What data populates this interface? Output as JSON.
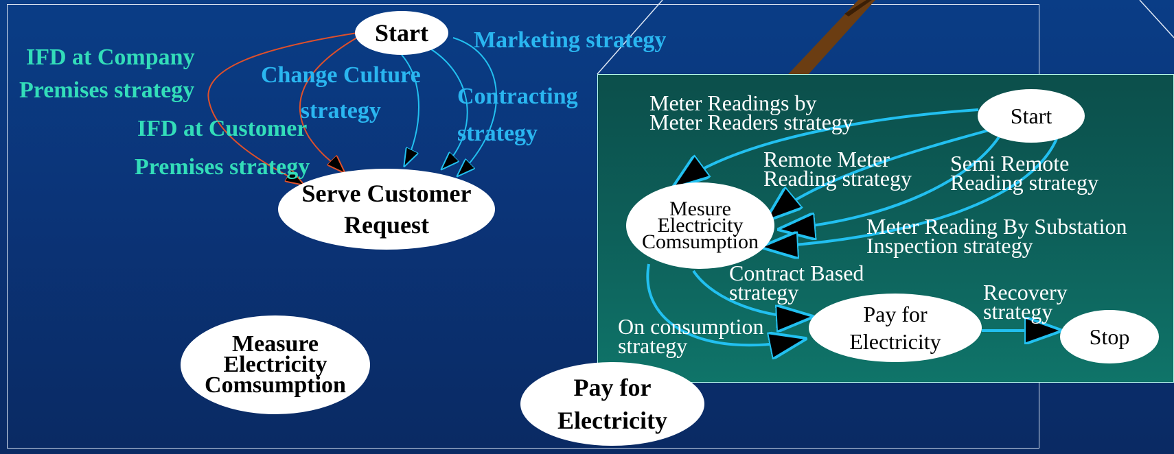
{
  "left_diagram": {
    "start": "Start",
    "serve": [
      "Serve Customer",
      "Request"
    ],
    "measure": [
      "Measure",
      "Electricity",
      "Comsumption"
    ],
    "pay": [
      "Pay for",
      "Electricity"
    ],
    "ifd_company": [
      "IFD at Company",
      "Premises strategy"
    ],
    "ifd_customer": [
      "IFD at Customer",
      "Premises strategy"
    ],
    "change_culture": [
      "Change Culture",
      "strategy"
    ],
    "contracting": [
      "Contracting",
      "strategy"
    ],
    "marketing": "Marketing strategy"
  },
  "right_diagram": {
    "start": "Start",
    "mesure": [
      "Mesure",
      "Electricity",
      "Comsumption"
    ],
    "pay": [
      "Pay for",
      "Electricity"
    ],
    "stop": "Stop",
    "meter_readers": [
      "Meter Readings by",
      "Meter Readers strategy"
    ],
    "remote": [
      "Remote Meter",
      "Reading strategy"
    ],
    "semi_remote": [
      "Semi Remote",
      "Reading strategy"
    ],
    "substation": [
      "Meter Reading By Substation",
      "Inspection strategy"
    ],
    "contract_based": [
      "Contract Based",
      "strategy"
    ],
    "on_consumption": [
      "On consumption",
      "strategy"
    ],
    "recovery": [
      "Recovery",
      "strategy"
    ]
  },
  "colors": {
    "background": "#0a3d86",
    "panel": "#0d5f59",
    "green_label": "#33ddb9",
    "cyan_label": "#2ab6f0",
    "red_arrow": "#e0502a",
    "cyan_arrow": "#22c0f0"
  }
}
